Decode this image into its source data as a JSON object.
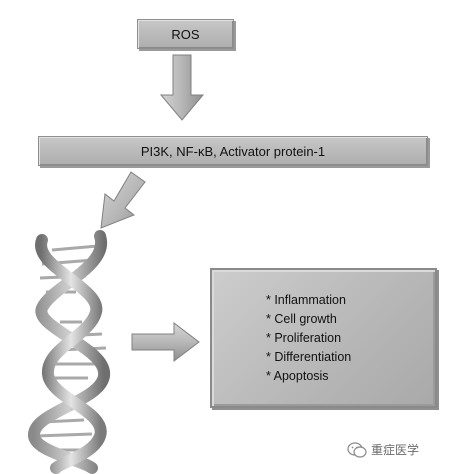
{
  "diagram": {
    "ros_box": {
      "label": "ROS"
    },
    "pathway_box": {
      "label": "PI3K, NF-κB, Activator protein-1"
    },
    "outcomes_box": {
      "items": [
        "* Inflammation",
        "* Cell growth",
        "* Proliferation",
        "* Differentiation",
        "* Apoptosis"
      ]
    },
    "dna_helix": {
      "icon": "dna-double-helix-icon"
    },
    "watermark": {
      "text": "重症医学",
      "icon": "wechat-icon"
    },
    "colors": {
      "box_fill": "#bcbcbc",
      "arrow_fill": "#b8b8b8",
      "helix_strand_light": "#dcdcdc",
      "helix_strand_dark": "#7a7a7a"
    }
  }
}
